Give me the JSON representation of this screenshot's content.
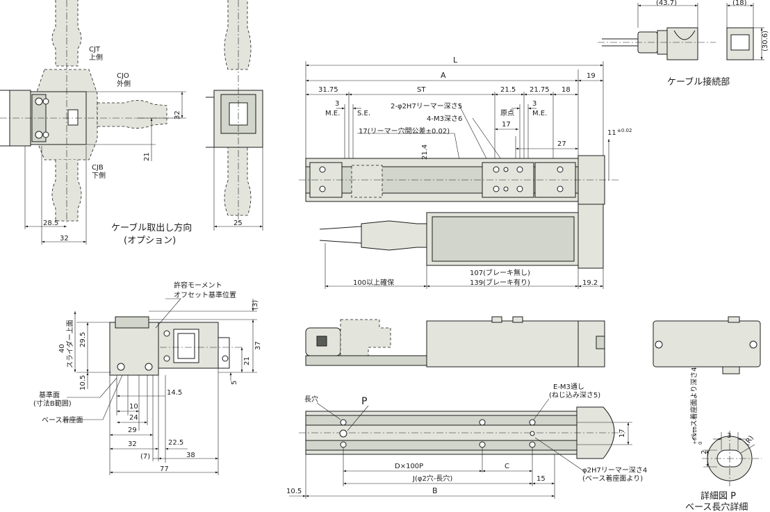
{
  "cable_connection": {
    "title": "ケーブル接続部",
    "dim_43_7": "(43.7)",
    "dim_18": "(18)",
    "dim_30_6": "(30.6)"
  },
  "cable_direction": {
    "title_line1": "ケーブル取出し方向",
    "title_line2": "(オプション)",
    "cjt_code": "CJT",
    "cjt_label": "上側",
    "cjo_code": "CJO",
    "cjo_label": "外側",
    "cjb_code": "CJB",
    "cjb_label": "下側",
    "dim_32_right": "32",
    "dim_21": "21",
    "dim_28_5": "28.5",
    "dim_32_bottom": "32",
    "dim_25": "25"
  },
  "top_view": {
    "L": "L",
    "A": "A",
    "dim_19": "19",
    "dim_31_75": "31.75",
    "ST": "ST",
    "dim_21_5": "21.5",
    "dim_21_75": "21.75",
    "dim_18": "18",
    "me_left_val": "3",
    "me_left": "M.E.",
    "se": "S.E.",
    "ream_2h7": "2-φ2H7リーマー深さ5",
    "m3_depth": "4-M3深さ6",
    "origin": "原点",
    "me_right_val": "3",
    "me_right": "M.E.",
    "ream_pitch": "17(リーマー穴間公差±0.02)",
    "dim_17": "17",
    "dim_11": "11",
    "dim_11_tol": "±0.02",
    "dim_21_4": "21.4",
    "dim_27": "27"
  },
  "motor_view": {
    "secure_100": "100以上確保",
    "len_no_brake": "107(ブレーキ無し)",
    "len_brake": "139(ブレーキ有り)",
    "dim_19_2": "19.2"
  },
  "end_view": {
    "offset_ref_1": "許容モーメント",
    "offset_ref_2": "オフセット基準位置",
    "dim_3": "(3)",
    "dim_29_5": "29.5",
    "dim_40": "40",
    "slider_top": "スライダー上面",
    "dim_37": "37",
    "dim_21": "21",
    "dim_10_5": "10.5",
    "dim_5": "5",
    "ref_face_1": "基準面",
    "ref_face_2": "(寸法B範囲)",
    "base_face": "ベース着座面",
    "dim_14_5": "14.5",
    "dim_10": "10",
    "dim_24": "24",
    "dim_29": "29",
    "dim_32": "32",
    "dim_22_5": "22.5",
    "dim_7": "(7)",
    "dim_38": "38",
    "dim_77": "77"
  },
  "bottom_view": {
    "slot": "長穴",
    "P": "P",
    "em3_1": "E-M3通し",
    "em3_2": "(ねじ込み深さ5)",
    "dim_17": "17",
    "dx100p": "D×100P",
    "C": "C",
    "J": "J(φ2穴-長穴)",
    "dim_15": "15",
    "dim_10_5": "10.5",
    "B": "B",
    "ream_bottom_1": "φ2H7リーマー深さ4",
    "ream_bottom_2": "(ベース着座面より)"
  },
  "detail_p": {
    "title_1": "詳細図 P",
    "title_2": "ベース長穴詳細",
    "dim_3": "3",
    "R": "(R)",
    "depth_text": "ベース着座面より深さ4",
    "dia_val": "2",
    "tol_upper": "+0.010",
    "tol_lower": "0"
  }
}
